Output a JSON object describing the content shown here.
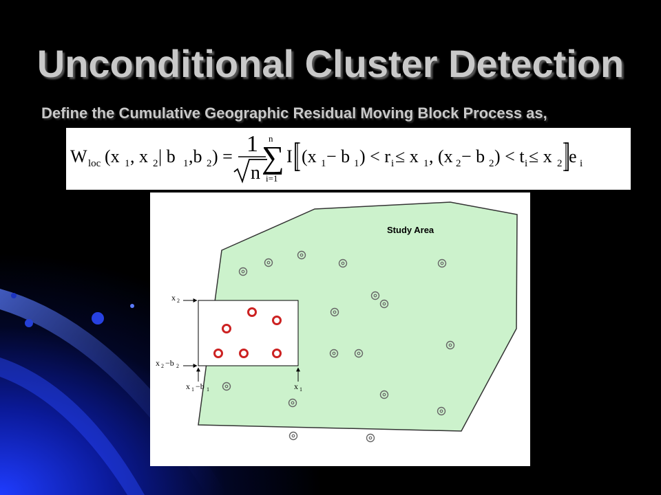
{
  "slide": {
    "title": "Unconditional Cluster Detection",
    "subtitle": "Define the Cumulative Geographic Residual Moving Block Process as,"
  },
  "formula": {
    "lhs_W": "W",
    "lhs_loc": "loc",
    "lhs_args_open": "(x",
    "sub_1": "1",
    "sub_2": "2",
    "sub_i": "i",
    "comma_x": ", x",
    "bar_b": " | b",
    "comma_b": ",b",
    "close_eq": ") =",
    "frac_num": "1",
    "frac_den": "n",
    "sum_top": "n",
    "sum_bottom": "i=1",
    "indicator": "I",
    "paren_x": "(x",
    "minus_b": " − b",
    "lt_r": ") < r",
    "le_x": " ≤ x",
    "comma_paren_x": ", (x",
    "lt_t": ") < t",
    "e": "e"
  },
  "diagram": {
    "area_label": "Study Area",
    "area_fill": "#ccf2cc",
    "block_points_color": "#cc2222",
    "labels": {
      "x2": "x",
      "x2_sub": "2",
      "x2_minus_b2_a": "x",
      "x2_minus_b2_sub1": "2",
      "x2_minus_b2_b": "−b",
      "x2_minus_b2_sub2": "2",
      "x1_minus_b1_a": "x",
      "x1_minus_b1_sub1": "1",
      "x1_minus_b1_b": "−b",
      "x1_minus_b1_sub2": "1",
      "x1": "x",
      "x1_sub": "1"
    }
  }
}
